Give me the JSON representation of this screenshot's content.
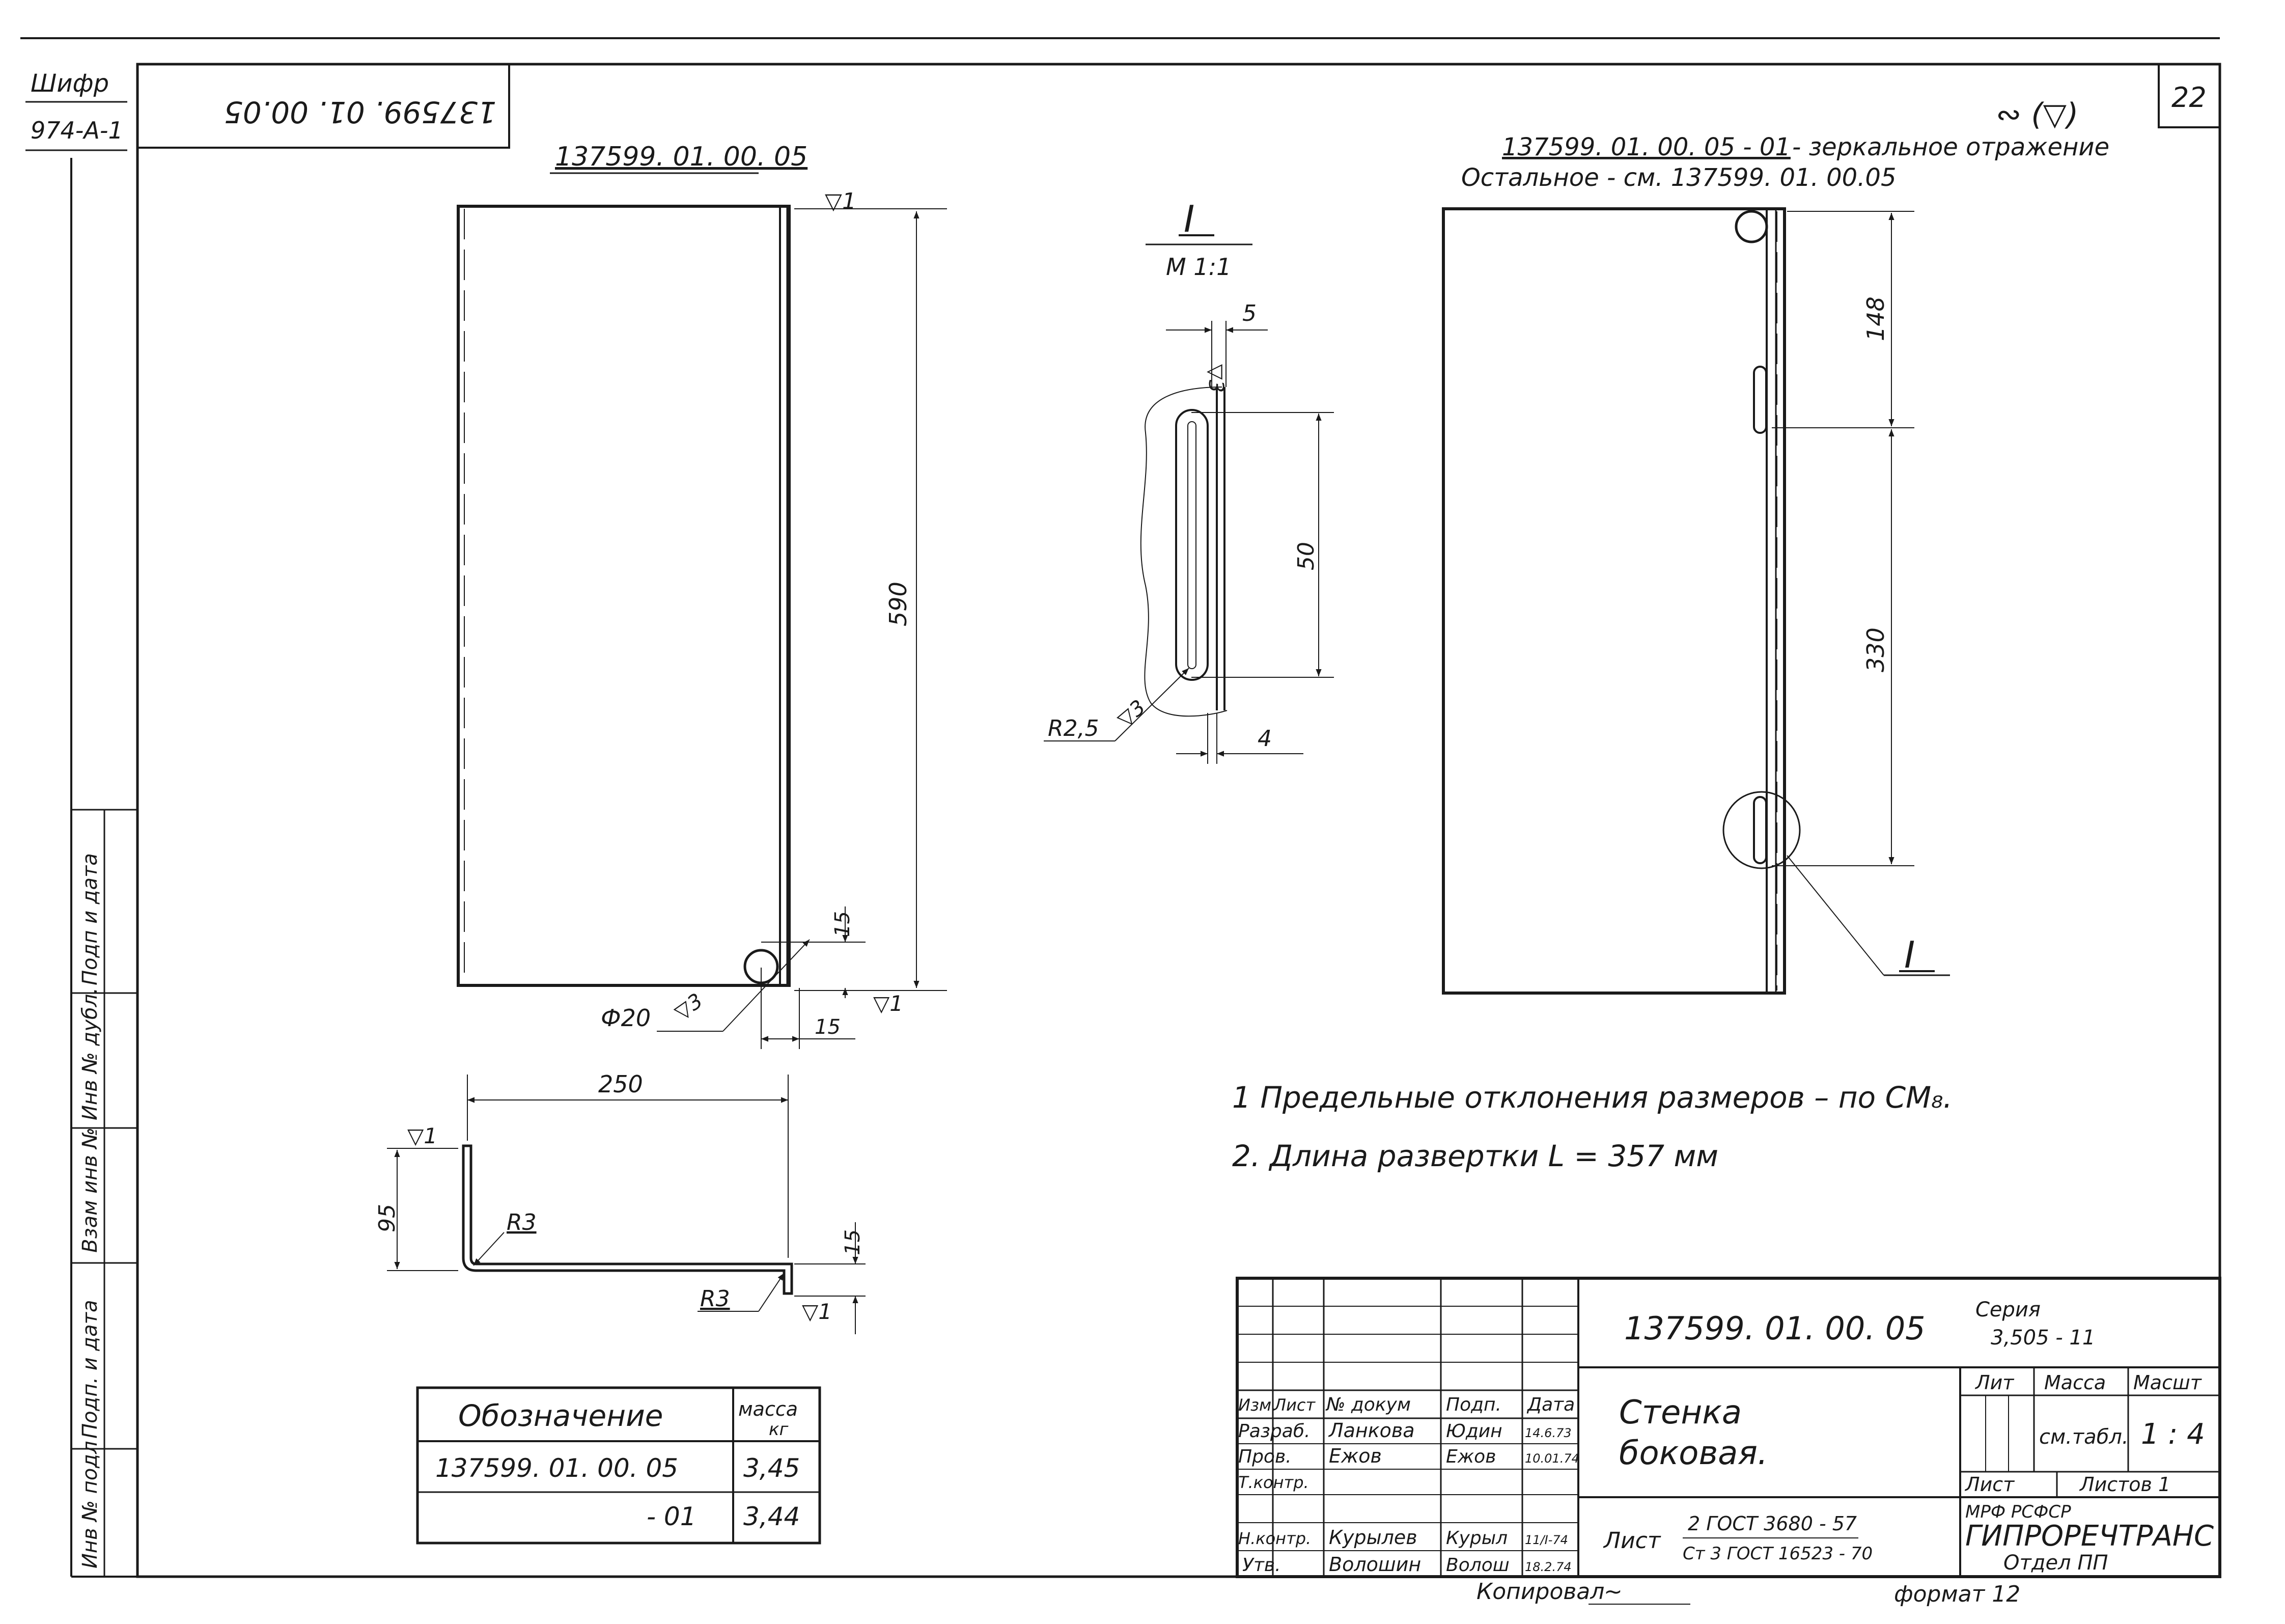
{
  "margin": {
    "cipher_label": "Шифр",
    "cipher_value": "974-А-1",
    "stamp_labels": [
      "Инв № подл",
      "Подп. и дата",
      "Взам инв №",
      "Инв № дубл.",
      "Подп и дата"
    ]
  },
  "sheet_number": "22",
  "rotated_code": "137599. 01. 00.05",
  "view_left": {
    "title": "137599. 01. 00. 05",
    "rough_mark": "▽1",
    "dim_height": "590",
    "hole_label": "Ф20",
    "rough_hole": "▽3",
    "dim_15_vertical": "15",
    "dim_15_horizontal": "15",
    "rough_bottom": "▽1"
  },
  "section_view": {
    "dim_250": "250",
    "dim_95": "95",
    "radius_a": "R3",
    "radius_b": "R3",
    "dim_15": "15",
    "rough_top": "▽1",
    "rough_bottom": "▽1"
  },
  "detail_view": {
    "label": "I",
    "scale": "М 1:1",
    "dim_5": "5",
    "rough_top": "▽3",
    "dim_50": "50",
    "radius_label": "R2,5",
    "rough_radius": "▽3",
    "dim_4": "4"
  },
  "view_right": {
    "mirror_line_code": "137599. 01. 00. 05 - 01",
    "mirror_line_text": "- зеркальное   отражение",
    "rest_note": "Остальное - см. 137599. 01. 00.05",
    "surface_symbol": "∾ (▽)",
    "dim_148": "148",
    "dim_330": "330",
    "detail_callout": "I"
  },
  "notes": [
    "1  Предельные   отклонения   размеров  –  по     СМ₈.",
    "2. Длина   развертки   L = 357 мм"
  ],
  "mass_table": {
    "header_designation": "Обозначение",
    "header_mass": "масса кг",
    "rows": [
      {
        "designation": "137599. 01. 00. 05",
        "mass": "3,45"
      },
      {
        "designation": "- 01",
        "mass": "3,44"
      }
    ]
  },
  "title_block": {
    "drawing_number": "137599.  01. 00. 05",
    "series_label": "Серия",
    "series_value": "3,505 - 11",
    "col_headers": [
      "Изм.",
      "Лист",
      "№ докум",
      "Подп.",
      "Дата"
    ],
    "people": [
      {
        "role": "Разраб.",
        "name": "Ланкова",
        "sign": "Юдин",
        "date": "14.6.73"
      },
      {
        "role": "Пров.",
        "name": "Ежов",
        "sign": "Ежов",
        "date": "10.01.74"
      },
      {
        "role": "Т.контр.",
        "name": "",
        "sign": "",
        "date": ""
      },
      {
        "role": "Н.контр.",
        "name": "Курылев",
        "sign": "Курыл",
        "date": "11/I-74"
      },
      {
        "role": "Утв.",
        "name": "Волошин",
        "sign": "Волош",
        "date": "18.2.74"
      }
    ],
    "part_name_1": "Стенка",
    "part_name_2": "боковая.",
    "material_prefix": "Лист",
    "material_top": "2  ГОСТ 3680 - 57",
    "material_bottom": "Ст 3  ГОСТ 16523 - 70",
    "lit_label": "Лит",
    "mass_label": "Масса",
    "scale_label": "Масшт",
    "mass_value": "см.табл.",
    "scale_value": "1 : 4",
    "sheet_label": "Лист",
    "sheets_label": "Листов 1",
    "org_top": "МРФ        РСФСР",
    "org_name": "ГИПРОРЕЧТРАНС",
    "org_dept": "Отдел   ПП"
  },
  "footer": {
    "copied_label": "Копировал",
    "format_label": "формат 12"
  }
}
